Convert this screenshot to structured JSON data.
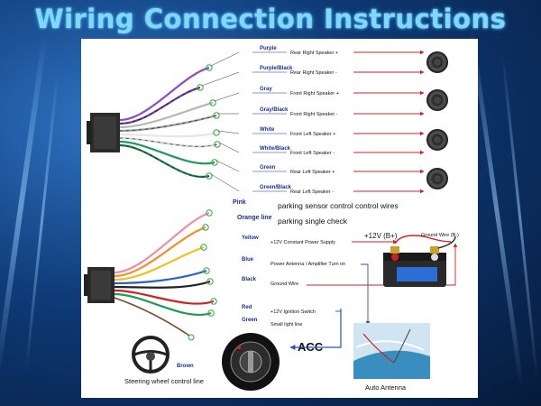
{
  "title": "Wiring Connection Instructions",
  "top_wires": [
    {
      "color_name": "Purple",
      "function": "Rear Right Speaker +",
      "hex": "#8a4fc0"
    },
    {
      "color_name": "Purple/Black",
      "function": "Rear Right Speaker -",
      "hex": "#6a3a95"
    },
    {
      "color_name": "Gray",
      "function": "Front Right Speaker +",
      "hex": "#b8b8b8"
    },
    {
      "color_name": "Gray/Black",
      "function": "Front Right Speaker -",
      "hex": "#9a9a9a"
    },
    {
      "color_name": "White",
      "function": "Front Left Speaker +",
      "hex": "#e6e6e6"
    },
    {
      "color_name": "White/Black",
      "function": "Front Left Speaker -",
      "hex": "#d0d0d0"
    },
    {
      "color_name": "Green",
      "function": "Rear Left Speaker +",
      "hex": "#1f9a5a"
    },
    {
      "color_name": "Green/Black",
      "function": "Rear Left Speaker -",
      "hex": "#187a48"
    }
  ],
  "bottom_wires": [
    {
      "color_name": "Pink",
      "function": "parking sensor control control wires",
      "hex": "#f08aa8"
    },
    {
      "color_name": "Orange line",
      "function": "parking single check",
      "hex": "#f0902a"
    },
    {
      "color_name": "Yellow",
      "function": "+12V Constant Power Supply",
      "hex": "#f0c020"
    },
    {
      "color_name": "Blue",
      "function": "Power Antenna / Amplifier Turn on",
      "hex": "#2a5fd0"
    },
    {
      "color_name": "Black",
      "function": "Ground Wire",
      "hex": "#222222"
    },
    {
      "color_name": "Red",
      "function": "+12V Ignition Switch",
      "hex": "#d02020"
    },
    {
      "color_name": "Green",
      "function": "Small light line",
      "hex": "#1f9a5a"
    }
  ],
  "brown_label": "Brown",
  "steering_caption": "Steering wheel control line",
  "battery_plus_label": "+12V  (B+)",
  "ground_label": "Ground Wire (B-)",
  "acc_label": "ACC",
  "antenna_caption": "Auto Antenna",
  "colors": {
    "title": "#7fd9ff",
    "label_text": "#1e2f8a",
    "arrow": "#d02020",
    "antenna_arrow": "#2a4fb0"
  }
}
